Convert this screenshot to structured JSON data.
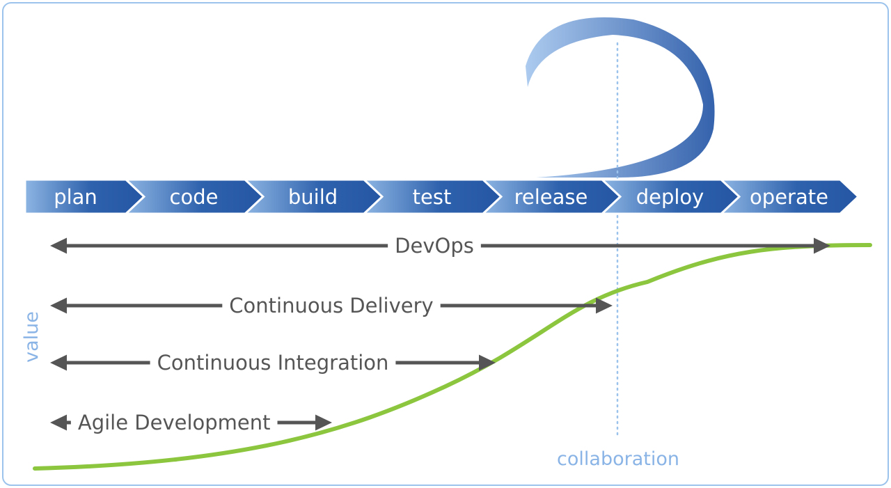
{
  "stages": [
    "plan",
    "code",
    "build",
    "test",
    "release",
    "deploy",
    "operate"
  ],
  "spans": [
    {
      "label": "DevOps",
      "from_stage": 0,
      "to_stage": 6
    },
    {
      "label": "Continuous Delivery",
      "from_stage": 0,
      "to_stage": 4
    },
    {
      "label": "Continuous Integration",
      "from_stage": 0,
      "to_stage": 3
    },
    {
      "label": "Agile Development",
      "from_stage": 0,
      "to_stage": 2
    }
  ],
  "axis": {
    "y_label": "value",
    "marker_label": "collaboration"
  },
  "colors": {
    "chevron_dark": "#2456a4",
    "chevron_light": "#8db5e3",
    "curve": "#8cc63f",
    "arrow": "#555555",
    "marker": "#9cc3ec",
    "frame": "#9cc3ec"
  }
}
